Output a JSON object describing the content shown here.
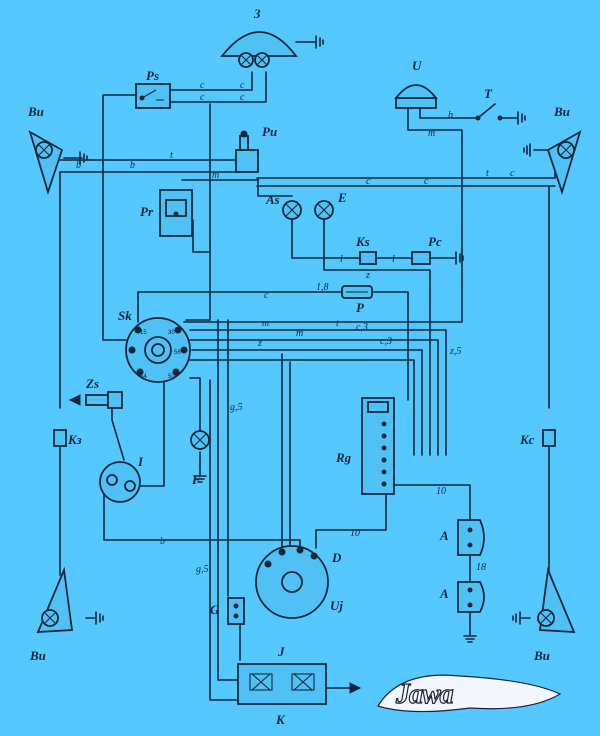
{
  "components": {
    "headlamp": "З",
    "ps": "Ps",
    "pu": "Pu",
    "horn": "U",
    "horn_button": "T",
    "turn_fl": "Bu",
    "turn_fr": "Bu",
    "turn_rl": "Bu",
    "turn_rr": "Bu",
    "pr": "Pr",
    "as": "As",
    "e": "E",
    "ks": "Ks",
    "pc": "Pc",
    "p": "P",
    "sk": "Sk",
    "zs": "Zs",
    "kz": "Kз",
    "kc": "Kc",
    "ignition_coil": "I",
    "f": "F",
    "rg": "Rg",
    "battery_top": "A",
    "battery_bottom": "A",
    "d": "D",
    "uj": "Uj",
    "g": "G",
    "j": "J",
    "k": "K"
  },
  "wire_codes": {
    "c": "c",
    "b": "b",
    "m": "m",
    "l": "l",
    "z": "z",
    "t": "t",
    "cb": "1,8",
    "cz": "c,3",
    "c3b": "c,3",
    "z5": "z,5",
    "g5": "g,5",
    "g5b": "g,5",
    "n10": "10",
    "n18": "18"
  },
  "sk_terminals": {
    "t15": "15",
    "t30": "30",
    "t56": "56",
    "t54": "54",
    "t50": "50"
  },
  "logo": "Jawa"
}
